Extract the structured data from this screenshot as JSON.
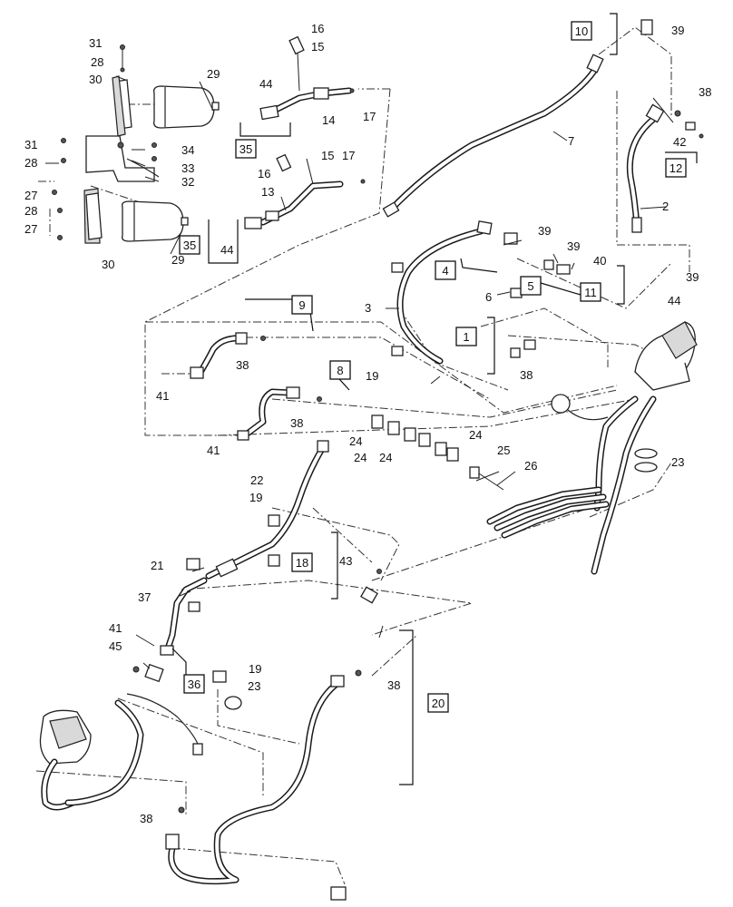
{
  "callouts": [
    "31",
    "28",
    "30",
    "29",
    "16",
    "15",
    "44",
    "14",
    "17",
    "31",
    "28",
    "34",
    "33",
    "32",
    "27",
    "35",
    "15",
    "16",
    "17",
    "13",
    "28",
    "27",
    "30",
    "29",
    "44",
    "35",
    "10",
    "39",
    "7",
    "38",
    "42",
    "12",
    "2",
    "39",
    "39",
    "40",
    "4",
    "5",
    "11",
    "39",
    "44",
    "6",
    "3",
    "9",
    "1",
    "38",
    "19",
    "41",
    "38",
    "8",
    "38",
    "41",
    "24",
    "24",
    "24",
    "24",
    "25",
    "26",
    "23",
    "22",
    "19",
    "18",
    "43",
    "21",
    "37",
    "41",
    "45",
    "36",
    "19",
    "23",
    "38",
    "20",
    "38"
  ],
  "boxes": [
    "35",
    "35",
    "10",
    "12",
    "4",
    "5",
    "11",
    "9",
    "1",
    "8",
    "18",
    "36",
    "20"
  ]
}
